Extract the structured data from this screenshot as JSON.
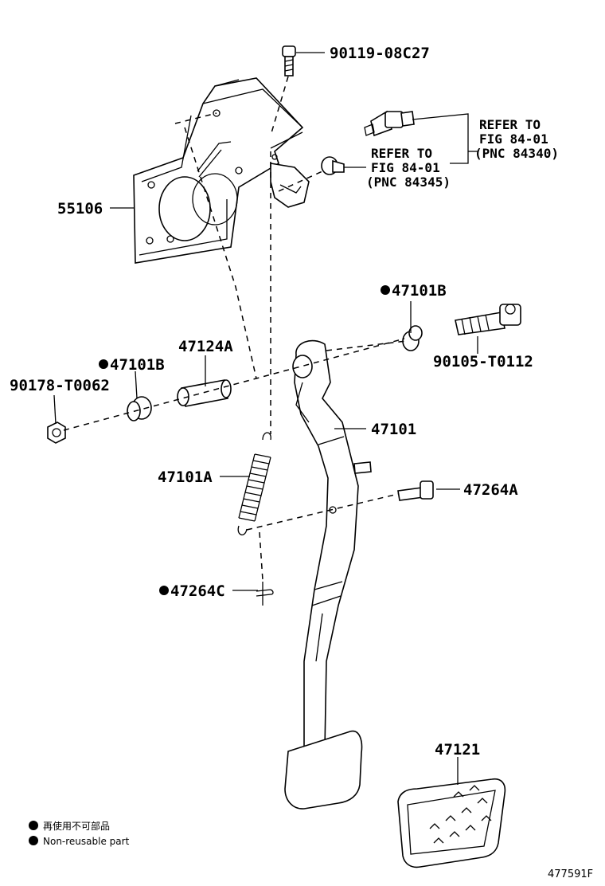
{
  "parts": {
    "p90119": "90119-08C27",
    "p55106": "55106",
    "p47101B_upper": "47101B",
    "p47101B_lower": "47101B",
    "p47124A": "47124A",
    "p90178": "90178-T0062",
    "p90105": "90105-T0112",
    "p47101": "47101",
    "p47101A": "47101A",
    "p47264A": "47264A",
    "p47264C": "47264C",
    "p47121": "47121"
  },
  "references": {
    "right": {
      "line1": "REFER TO",
      "line2": "FIG 84-01",
      "line3": "(PNC 84340)"
    },
    "left": {
      "line1": "REFER TO",
      "line2": "FIG 84-01",
      "line3": "(PNC 84345)"
    }
  },
  "legend": {
    "japanese": "再使用不可部品",
    "english": "Non-reusable part"
  },
  "figure_id": "477591F"
}
